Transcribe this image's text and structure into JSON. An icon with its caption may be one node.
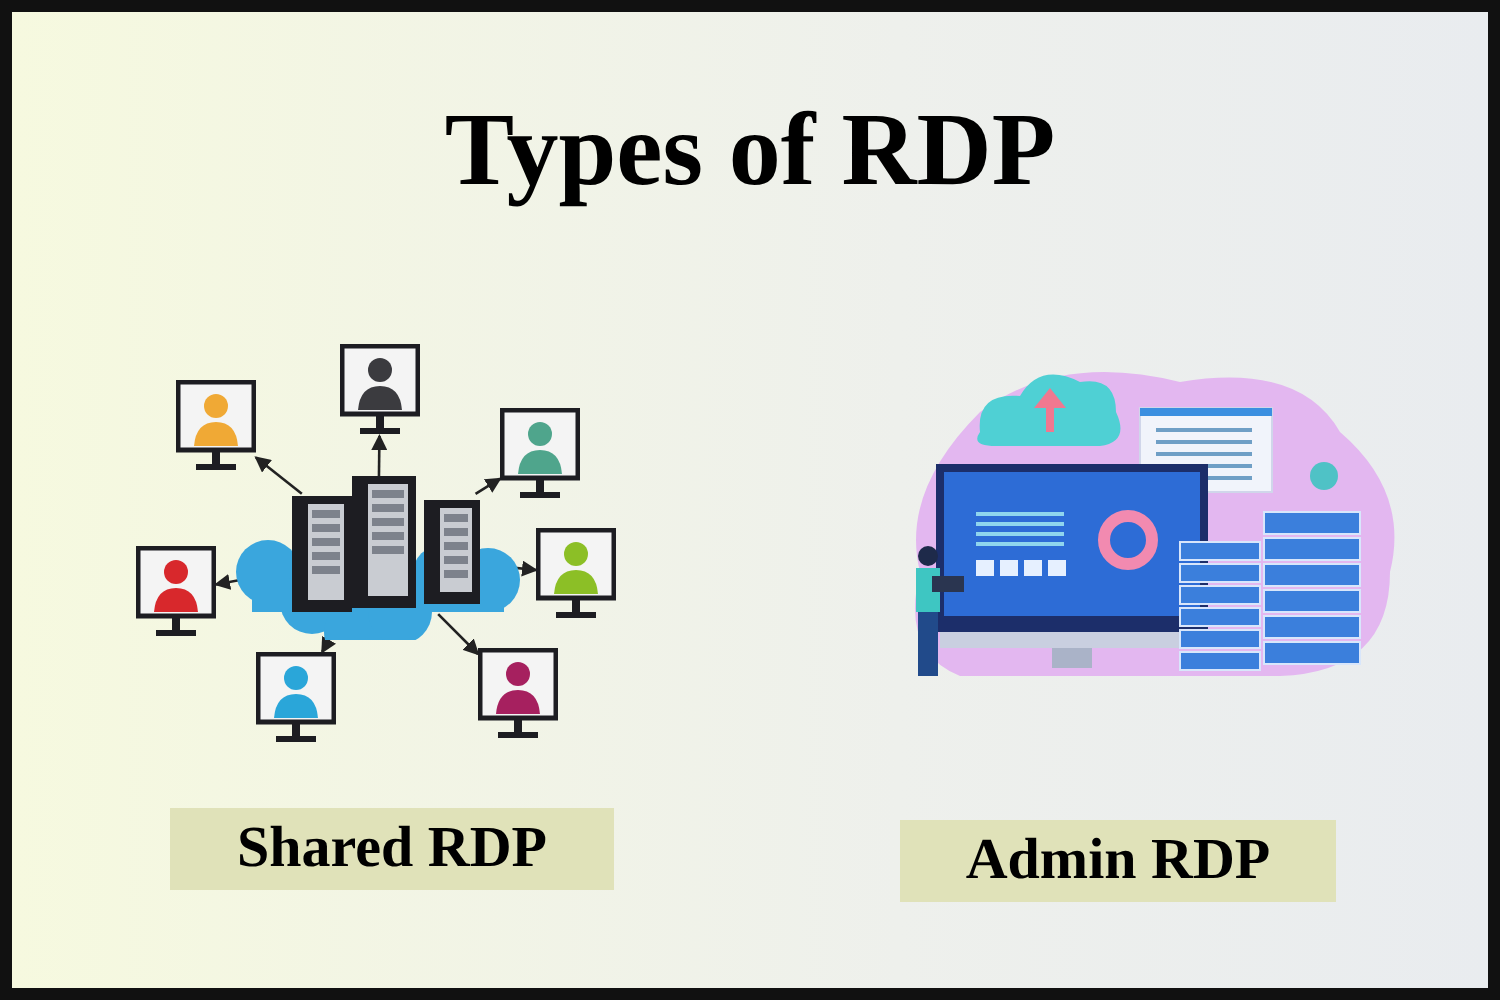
{
  "diagram": {
    "title": "Types of RDP",
    "nodes": [
      {
        "text": [],
        "shape": "picture"
      },
      {
        "text": [],
        "shape": "picture"
      },
      {
        "text": [],
        "shape": "picture"
      },
      {
        "text": [],
        "shape": "picture"
      },
      {
        "text": [],
        "shape": "picture"
      },
      {
        "text": [],
        "shape": "picture"
      },
      {
        "text": [],
        "shape": "picture"
      },
      {
        "text": [],
        "shape": "picture"
      },
      {
        "text": [
          "Shared RDP"
        ]
      },
      {
        "text": [
          "Admin RDP"
        ]
      }
    ],
    "edges": [
      {
        "from": 0,
        "to": 1,
        "arrow": "to"
      },
      {
        "from": 0,
        "to": 2,
        "arrow": "to"
      },
      {
        "from": 0,
        "to": 3,
        "arrow": "to"
      },
      {
        "from": 0,
        "to": 4,
        "arrow": "to"
      },
      {
        "from": 0,
        "to": 5,
        "arrow": "to"
      },
      {
        "from": 0,
        "to": 6,
        "arrow": "to"
      },
      {
        "from": 0,
        "to": 7,
        "arrow": "to"
      }
    ]
  }
}
